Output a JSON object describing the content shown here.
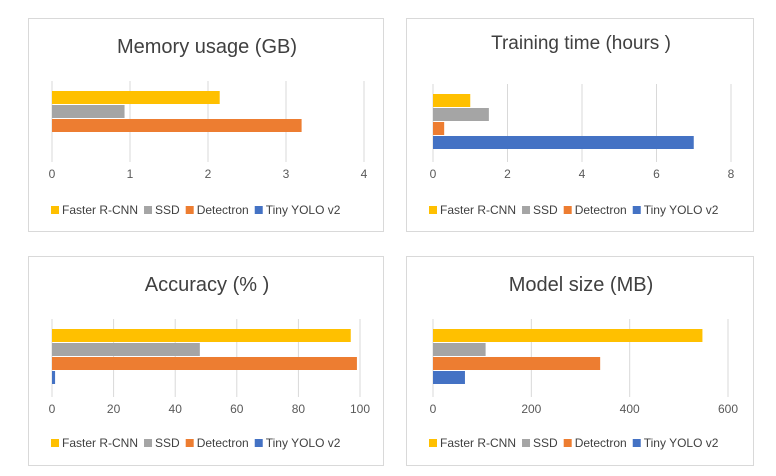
{
  "chart_data": [
    {
      "type": "bar",
      "orientation": "horizontal",
      "title": "Memory usage (GB)",
      "xlim": [
        0,
        4
      ],
      "xticks": [
        "0",
        "1",
        "2",
        "3",
        "4"
      ],
      "grid": true,
      "legend_position": "bottom",
      "series": [
        {
          "name": "Faster R-CNN",
          "value": 2.15,
          "color": "#FFC000"
        },
        {
          "name": "SSD",
          "value": 0.93,
          "color": "#A5A5A5"
        },
        {
          "name": "Detectron",
          "value": 3.2,
          "color": "#ED7D31"
        },
        {
          "name": "Tiny YOLO v2",
          "value": 0,
          "color": "#4472C4"
        }
      ]
    },
    {
      "type": "bar",
      "orientation": "horizontal",
      "title": "Training time (hours )",
      "xlim": [
        0,
        8
      ],
      "xticks": [
        "0",
        "2",
        "4",
        "6",
        "8"
      ],
      "grid": true,
      "legend_position": "bottom",
      "series": [
        {
          "name": "Faster R-CNN",
          "value": 1.0,
          "color": "#FFC000"
        },
        {
          "name": "SSD",
          "value": 1.5,
          "color": "#A5A5A5"
        },
        {
          "name": "Detectron",
          "value": 0.3,
          "color": "#ED7D31"
        },
        {
          "name": "Tiny YOLO v2",
          "value": 7.0,
          "color": "#4472C4"
        }
      ]
    },
    {
      "type": "bar",
      "orientation": "horizontal",
      "title": "Accuracy (% )",
      "xlim": [
        0,
        100
      ],
      "xticks": [
        "0",
        "20",
        "40",
        "60",
        "80",
        "100"
      ],
      "grid": true,
      "legend_position": "bottom",
      "series": [
        {
          "name": "Faster R-CNN",
          "value": 97,
          "color": "#FFC000"
        },
        {
          "name": "SSD",
          "value": 48,
          "color": "#A5A5A5"
        },
        {
          "name": "Detectron",
          "value": 99,
          "color": "#ED7D31"
        },
        {
          "name": "Tiny YOLO v2",
          "value": 1,
          "color": "#4472C4"
        }
      ]
    },
    {
      "type": "bar",
      "orientation": "horizontal",
      "title": "Model size (MB)",
      "xlim": [
        0,
        600
      ],
      "xticks": [
        "0",
        "200",
        "400",
        "600"
      ],
      "grid": true,
      "legend_position": "bottom",
      "series": [
        {
          "name": "Faster R-CNN",
          "value": 548,
          "color": "#FFC000"
        },
        {
          "name": "SSD",
          "value": 107,
          "color": "#A5A5A5"
        },
        {
          "name": "Detectron",
          "value": 340,
          "color": "#ED7D31"
        },
        {
          "name": "Tiny YOLO v2",
          "value": 65,
          "color": "#4472C4"
        }
      ]
    }
  ]
}
